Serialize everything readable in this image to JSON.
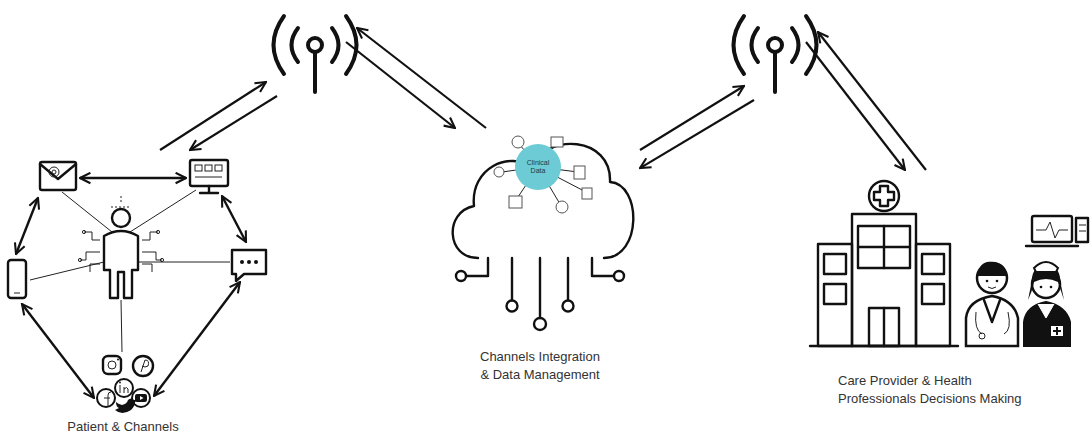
{
  "diagram": {
    "nodes": [
      {
        "text": [
          "Patient & Channels"
        ]
      },
      {
        "text": [
          "Channels Integration & Data Management"
        ]
      },
      {
        "text": [
          "Clinical Data"
        ],
        "in": 1
      },
      {
        "text": [
          "Care Provider & Health Professionals Decisions Making"
        ]
      }
    ],
    "edges": [
      {
        "from": 0,
        "to": 1,
        "arrow": "to"
      },
      {
        "from": 1,
        "to": 0,
        "arrow": "to"
      },
      {
        "from": 1,
        "to": 3,
        "arrow": "to"
      },
      {
        "from": 3,
        "to": 1,
        "arrow": "to"
      }
    ]
  }
}
